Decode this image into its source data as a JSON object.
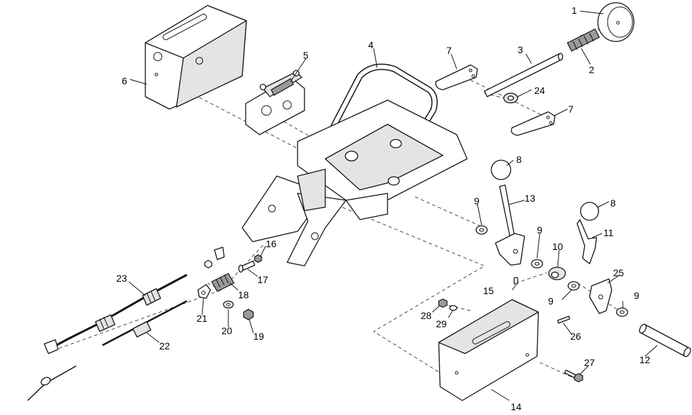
{
  "callouts": [
    {
      "id": "1",
      "text": "1"
    },
    {
      "id": "2",
      "text": "2"
    },
    {
      "id": "3",
      "text": "3"
    },
    {
      "id": "4",
      "text": "4"
    },
    {
      "id": "5",
      "text": "5"
    },
    {
      "id": "6",
      "text": "6"
    },
    {
      "id": "7a",
      "text": "7"
    },
    {
      "id": "7b",
      "text": "7"
    },
    {
      "id": "8a",
      "text": "8"
    },
    {
      "id": "8b",
      "text": "8"
    },
    {
      "id": "9a",
      "text": "9"
    },
    {
      "id": "9b",
      "text": "9"
    },
    {
      "id": "9c",
      "text": "9"
    },
    {
      "id": "9d",
      "text": "9"
    },
    {
      "id": "10",
      "text": "10"
    },
    {
      "id": "11",
      "text": "11"
    },
    {
      "id": "12",
      "text": "12"
    },
    {
      "id": "13",
      "text": "13"
    },
    {
      "id": "14",
      "text": "14"
    },
    {
      "id": "15",
      "text": "15"
    },
    {
      "id": "16",
      "text": "16"
    },
    {
      "id": "17",
      "text": "17"
    },
    {
      "id": "18",
      "text": "18"
    },
    {
      "id": "19",
      "text": "19"
    },
    {
      "id": "20",
      "text": "20"
    },
    {
      "id": "21",
      "text": "21"
    },
    {
      "id": "22",
      "text": "22"
    },
    {
      "id": "23",
      "text": "23"
    },
    {
      "id": "24",
      "text": "24"
    },
    {
      "id": "25",
      "text": "25"
    },
    {
      "id": "26",
      "text": "26"
    },
    {
      "id": "27",
      "text": "27"
    },
    {
      "id": "28",
      "text": "28"
    },
    {
      "id": "29",
      "text": "29"
    }
  ]
}
